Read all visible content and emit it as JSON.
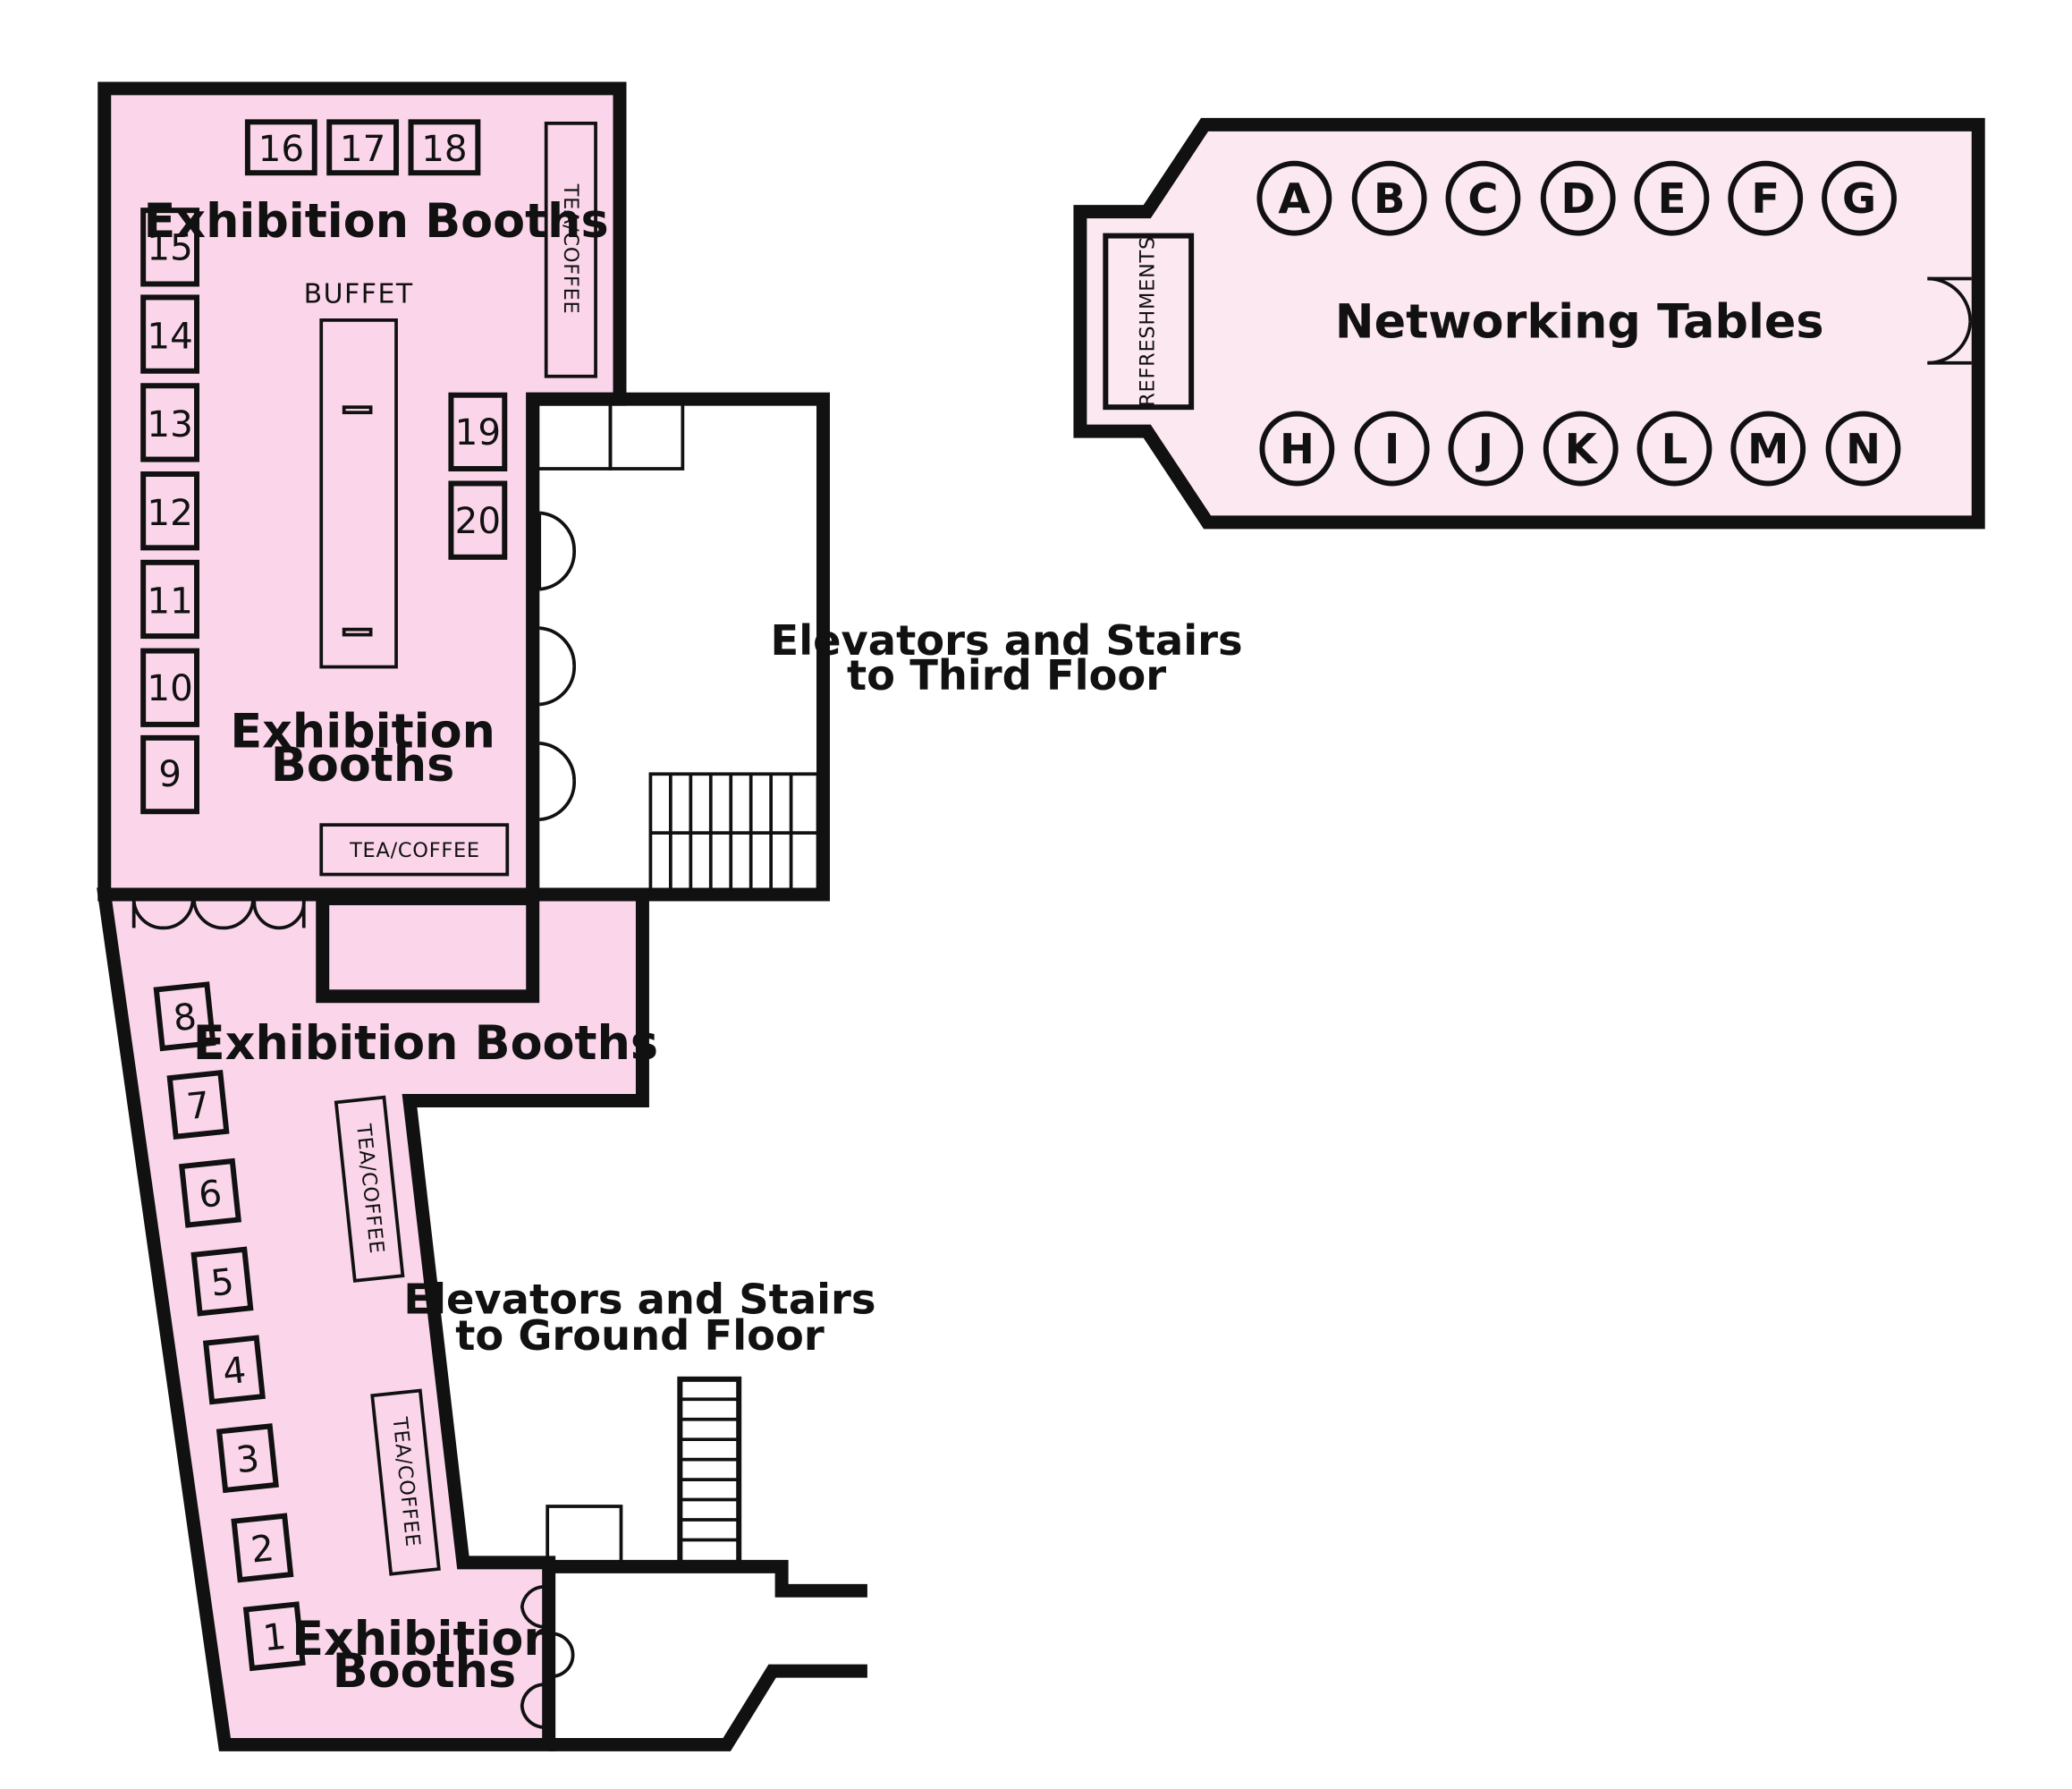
{
  "colors": {
    "exhibition": "#fbd6ea",
    "networking": "#fce8f1",
    "wall": "#111111"
  },
  "areas": {
    "exhibition_top": "Exhibition Booths",
    "exhibition_mid": "Exhibition Booths",
    "exhibition_left": [
      "Exhibition",
      "Booths"
    ],
    "exhibition_bottom": [
      "Exhibition",
      "Booths"
    ],
    "networking": "Networking Tables"
  },
  "labels": {
    "buffet": "BUFFET",
    "tea_coffee": "TEA/COFFEE",
    "refreshments": "REFRESHMENTS",
    "elevators_third": [
      "Elevators and Stairs",
      "to Third Floor"
    ],
    "elevators_ground": [
      "Elevators and Stairs",
      "to Ground Floor"
    ]
  },
  "booths": {
    "top_row": [
      "16",
      "17",
      "18"
    ],
    "left_column": [
      "15",
      "14",
      "13",
      "12",
      "11",
      "10",
      "9"
    ],
    "center": [
      "19",
      "20"
    ],
    "lower_column": [
      "8",
      "7",
      "6",
      "5",
      "4",
      "3",
      "2",
      "1"
    ]
  },
  "tables": {
    "top_row": [
      "A",
      "B",
      "C",
      "D",
      "E",
      "F",
      "G"
    ],
    "bottom_row": [
      "H",
      "I",
      "J",
      "K",
      "L",
      "M",
      "N"
    ]
  }
}
